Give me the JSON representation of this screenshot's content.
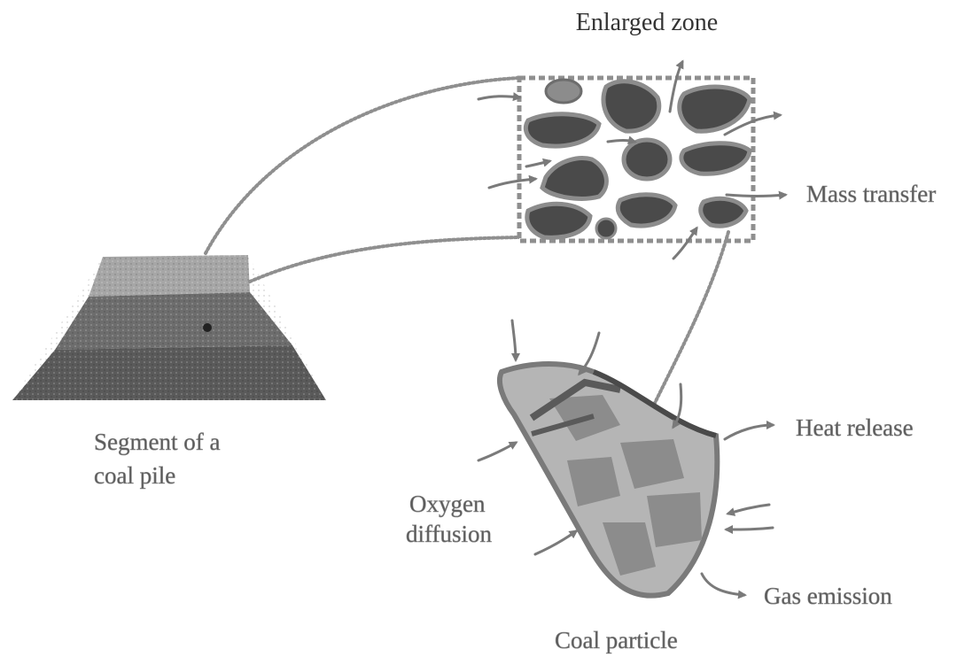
{
  "diagram": {
    "title": "Enlarged zone",
    "labels": {
      "segment_line1": "Segment of a",
      "segment_line2": "coal pile",
      "mass_transfer": "Mass transfer",
      "heat_release": "Heat release",
      "oxygen_line1": "Oxygen",
      "oxygen_line2": "diffusion",
      "gas_emission": "Gas emission",
      "coal_particle": "Coal particle"
    },
    "colors": {
      "pile_top": "#a6a6a6",
      "pile_body": "#6d6d6d",
      "pile_base": "#5a5a5a",
      "particle_fill": "#b5b5b5",
      "particle_patch": "#8c8c8c",
      "particle_dark": "#4a4a4a",
      "zone_border": "#8f8f8f",
      "arrow": "#7a7a7a"
    }
  }
}
